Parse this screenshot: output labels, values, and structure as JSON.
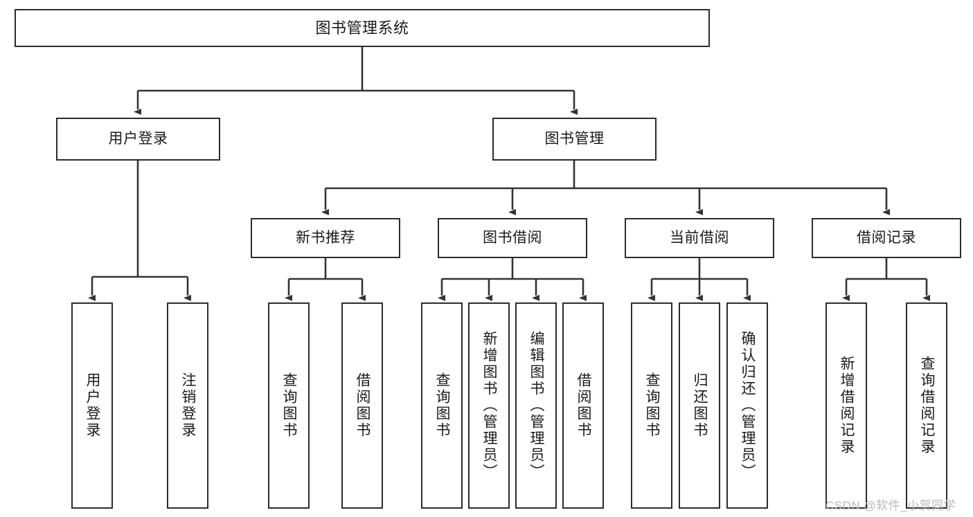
{
  "diagram": {
    "title": "图书管理系统",
    "type": "tree-hierarchy-chart",
    "watermark": "CSDN @软件_小贺同学",
    "colors": {
      "box_border": "#2b2b2b",
      "box_fill": "#ffffff",
      "edge": "#333333",
      "text": "#1a1a1a",
      "watermark": "#b9b9b9"
    }
  },
  "nodes": {
    "root": {
      "label": "图书管理系统"
    },
    "level2": [
      {
        "label": "用户登录"
      },
      {
        "label": "图书管理"
      }
    ],
    "level3": [
      {
        "label": "新书推荐"
      },
      {
        "label": "图书借阅"
      },
      {
        "label": "当前借阅"
      },
      {
        "label": "借阅记录"
      }
    ],
    "leaves": {
      "user_login": [
        {
          "label": "用户登录"
        },
        {
          "label": "注销登录"
        }
      ],
      "new_book": [
        {
          "label": "查询图书"
        },
        {
          "label": "借阅图书"
        }
      ],
      "book_borrow": [
        {
          "label": "查询图书"
        },
        {
          "label": "新增图书（管理员）"
        },
        {
          "label": "编辑图书（管理员）"
        },
        {
          "label": "借阅图书"
        }
      ],
      "current_borrow": [
        {
          "label": "查询图书"
        },
        {
          "label": "归还图书"
        },
        {
          "label": "确认归还（管理员）"
        }
      ],
      "borrow_record": [
        {
          "label": "新增借阅记录"
        },
        {
          "label": "查询借阅记录"
        }
      ]
    }
  }
}
